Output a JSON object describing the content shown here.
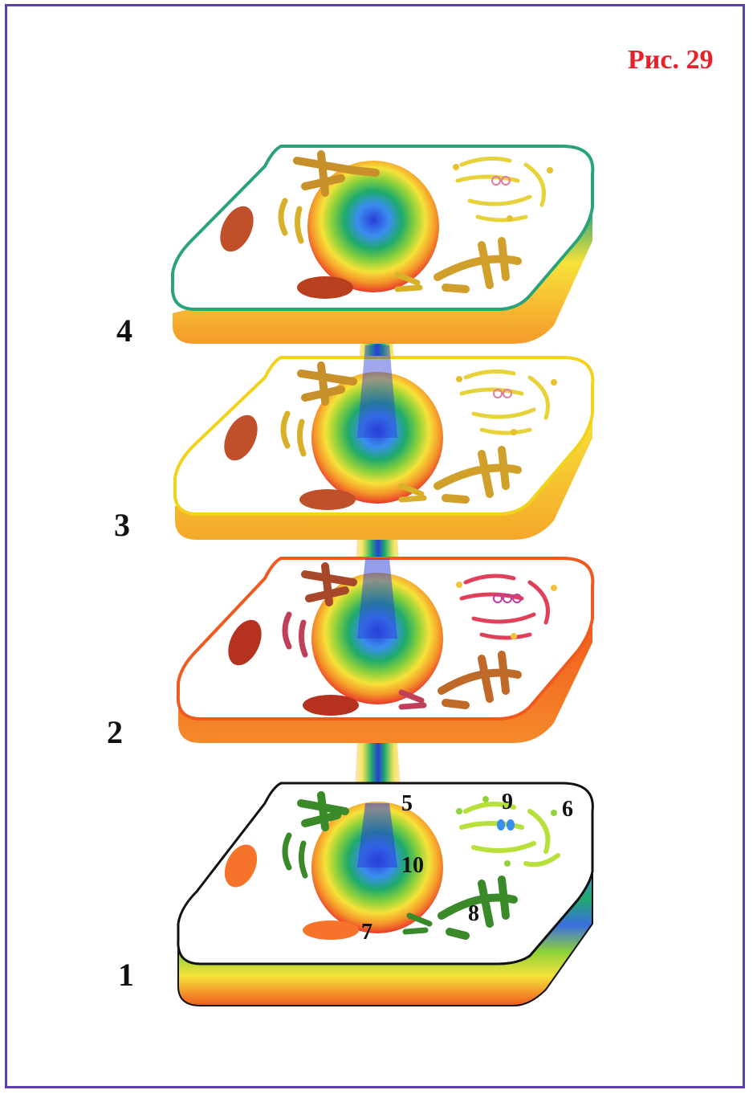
{
  "figure": {
    "title": "Рис. 29",
    "layer_labels": [
      "4",
      "3",
      "2",
      "1"
    ],
    "callouts": [
      "5",
      "6",
      "7",
      "8",
      "9",
      "10"
    ]
  },
  "colors": {
    "border": "#5b3fb0",
    "title": "#e8202a",
    "layer4_edge": "#2aa37a",
    "layer3_edge": "#f2d21a",
    "layer2_edge": "#f05a1e",
    "layer1_edge": "#111111"
  }
}
